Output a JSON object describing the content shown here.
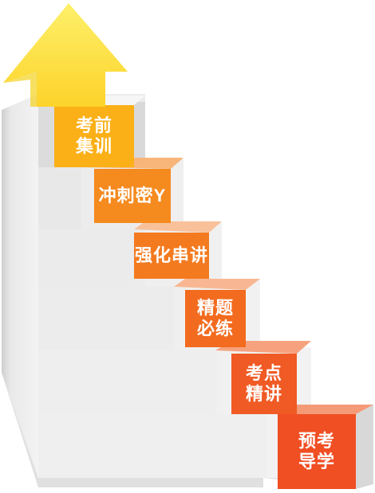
{
  "steps": [
    {
      "label": "预考\n导学",
      "color": "#f04e23"
    },
    {
      "label": "考点\n精讲",
      "color": "#f05a24"
    },
    {
      "label": "精题\n必练",
      "color": "#f36b1e"
    },
    {
      "label": "强化串讲",
      "color": "#f47a1f"
    },
    {
      "label": "冲刺密Y",
      "color": "#f58a1f"
    },
    {
      "label": "考前\n集训",
      "color": "#fbb017"
    }
  ],
  "colors": {
    "arrow": "#fde94a",
    "arrow_edge": "#f5c400"
  }
}
